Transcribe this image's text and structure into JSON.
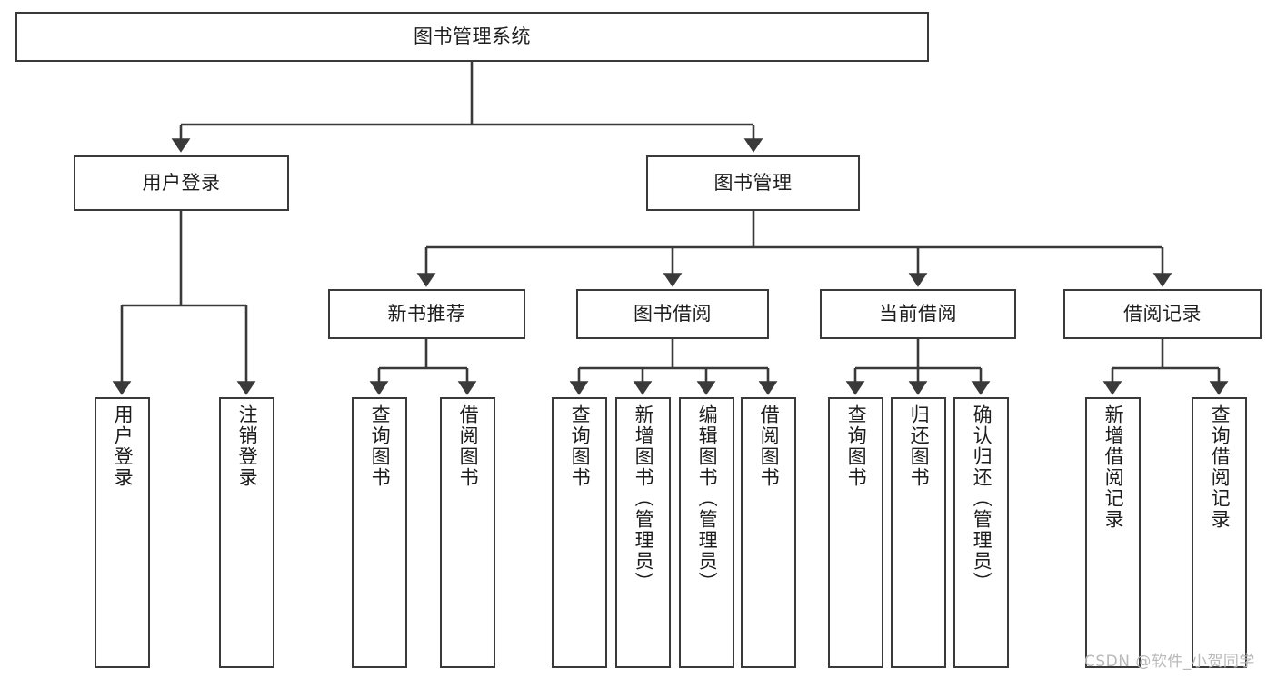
{
  "diagram": {
    "title": "图书管理系统",
    "type": "tree-hierarchy-chart",
    "colors": {
      "stroke": "#3a3a3a",
      "fill": "#ffffff",
      "text": "#1d1d1d",
      "watermark": "#b9b9b9"
    },
    "watermark": "CSDN @软件_小贺同学",
    "nodes": {
      "root": {
        "label": "图书管理系统"
      },
      "level1": [
        {
          "id": "user-login",
          "label": "用户登录"
        },
        {
          "id": "book-manage",
          "label": "图书管理"
        }
      ],
      "level2": [
        {
          "id": "new-book-recommend",
          "label": "新书推荐"
        },
        {
          "id": "book-borrow",
          "label": "图书借阅"
        },
        {
          "id": "current-borrow",
          "label": "当前借阅"
        },
        {
          "id": "borrow-record",
          "label": "借阅记录"
        }
      ],
      "leaves": {
        "user-login": [
          {
            "id": "leaf-user-login",
            "label": "用户登录"
          },
          {
            "id": "leaf-logout-login",
            "label": "注销登录"
          }
        ],
        "new-book-recommend": [
          {
            "id": "leaf-query-book-1",
            "label": "查询图书"
          },
          {
            "id": "leaf-borrow-book-1",
            "label": "借阅图书"
          }
        ],
        "book-borrow": [
          {
            "id": "leaf-query-book-2",
            "label": "查询图书"
          },
          {
            "id": "leaf-add-book-admin",
            "label": "新增图书（管理员）"
          },
          {
            "id": "leaf-edit-book-admin",
            "label": "编辑图书（管理员）"
          },
          {
            "id": "leaf-borrow-book-2",
            "label": "借阅图书"
          }
        ],
        "current-borrow": [
          {
            "id": "leaf-query-book-3",
            "label": "查询图书"
          },
          {
            "id": "leaf-return-book",
            "label": "归还图书"
          },
          {
            "id": "leaf-confirm-return-admin",
            "label": "确认归还（管理员）"
          }
        ],
        "borrow-record": [
          {
            "id": "leaf-add-borrow-record",
            "label": "新增借阅记录"
          },
          {
            "id": "leaf-query-borrow-record",
            "label": "查询借阅记录"
          }
        ]
      }
    }
  },
  "chart_data": {
    "type": "table",
    "title": "图书管理系统 功能结构图",
    "hierarchy": [
      {
        "label": "图书管理系统",
        "children": [
          {
            "label": "用户登录",
            "children": [
              {
                "label": "用户登录"
              },
              {
                "label": "注销登录"
              }
            ]
          },
          {
            "label": "图书管理",
            "children": [
              {
                "label": "新书推荐",
                "children": [
                  {
                    "label": "查询图书"
                  },
                  {
                    "label": "借阅图书"
                  }
                ]
              },
              {
                "label": "图书借阅",
                "children": [
                  {
                    "label": "查询图书"
                  },
                  {
                    "label": "新增图书（管理员）"
                  },
                  {
                    "label": "编辑图书（管理员）"
                  },
                  {
                    "label": "借阅图书"
                  }
                ]
              },
              {
                "label": "当前借阅",
                "children": [
                  {
                    "label": "查询图书"
                  },
                  {
                    "label": "归还图书"
                  },
                  {
                    "label": "确认归还（管理员）"
                  }
                ]
              },
              {
                "label": "借阅记录",
                "children": [
                  {
                    "label": "新增借阅记录"
                  },
                  {
                    "label": "查询借阅记录"
                  }
                ]
              }
            ]
          }
        ]
      }
    ]
  }
}
